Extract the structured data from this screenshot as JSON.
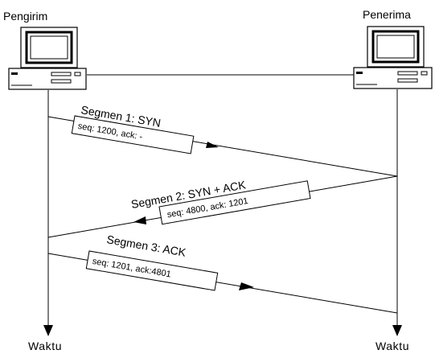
{
  "hosts": {
    "sender": {
      "label": "Pengirim",
      "time_label": "Waktu"
    },
    "receiver": {
      "label": "Penerima",
      "time_label": "Waktu"
    }
  },
  "segments": [
    {
      "title": "Segmen 1: SYN",
      "fields": "seq: 1200, ack: -",
      "direction": "sender-to-receiver"
    },
    {
      "title": "Segmen 2: SYN + ACK",
      "fields": "seq: 4800, ack: 1201",
      "direction": "receiver-to-sender"
    },
    {
      "title": "Segmen 3: ACK",
      "fields": "seq: 1201, ack:4801",
      "direction": "sender-to-receiver"
    }
  ]
}
